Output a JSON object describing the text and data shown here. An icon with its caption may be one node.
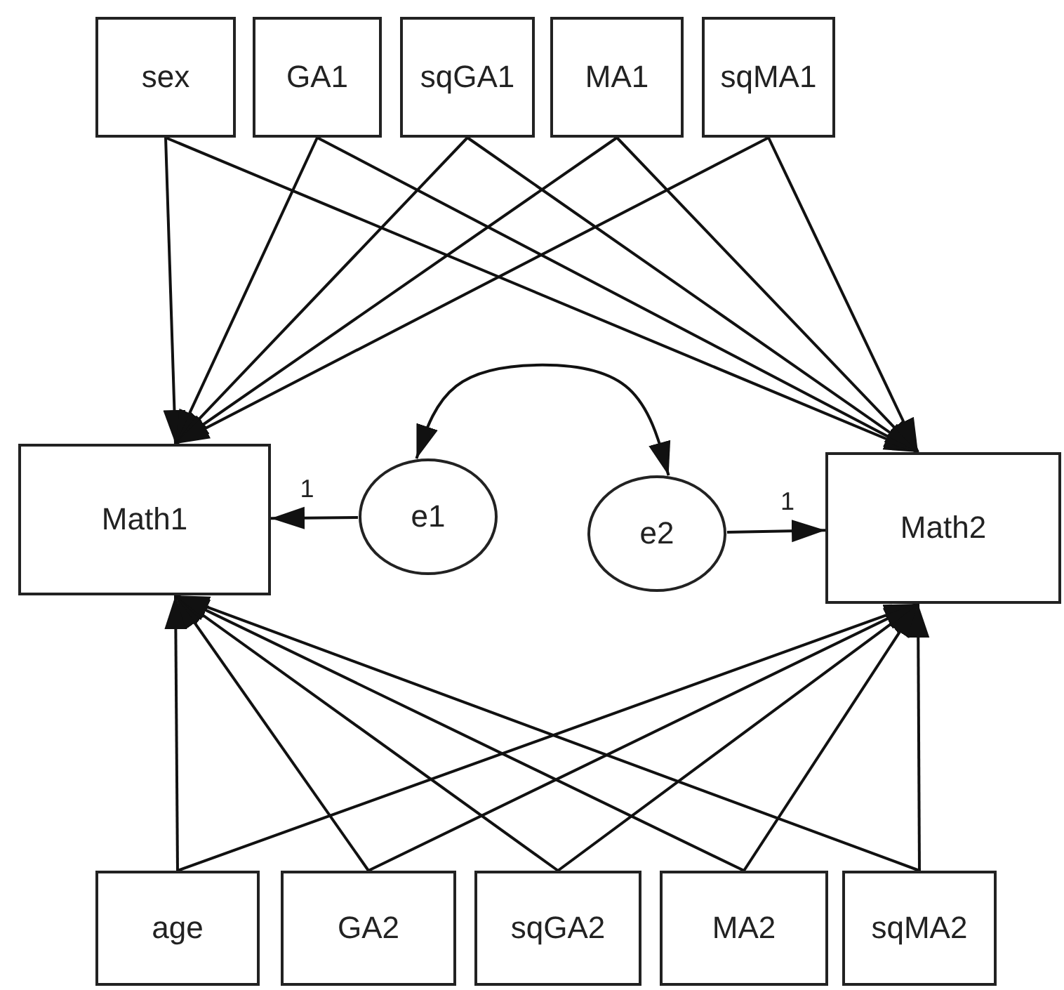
{
  "diagram": {
    "nodes": [
      {
        "text": [
          "sex"
        ]
      },
      {
        "text": [
          "GA1"
        ]
      },
      {
        "text": [
          "sqGA1"
        ]
      },
      {
        "text": [
          "MA1"
        ]
      },
      {
        "text": [
          "sqMA1"
        ]
      },
      {
        "text": [
          "Math1"
        ]
      },
      {
        "text": [
          "e1"
        ]
      },
      {
        "text": [
          "e2"
        ]
      },
      {
        "text": [
          "Math2"
        ]
      },
      {
        "text": [
          "age"
        ]
      },
      {
        "text": [
          "GA2"
        ]
      },
      {
        "text": [
          "sqGA2"
        ]
      },
      {
        "text": [
          "MA2"
        ]
      },
      {
        "text": [
          "sqMA2"
        ]
      }
    ],
    "edges": [
      {
        "from": 0,
        "to": 5,
        "arrow": "to"
      },
      {
        "from": 0,
        "to": 8,
        "arrow": "to"
      },
      {
        "from": 1,
        "to": 5,
        "arrow": "to"
      },
      {
        "from": 1,
        "to": 8,
        "arrow": "to"
      },
      {
        "from": 2,
        "to": 5,
        "arrow": "to"
      },
      {
        "from": 2,
        "to": 8,
        "arrow": "to"
      },
      {
        "from": 3,
        "to": 5,
        "arrow": "to"
      },
      {
        "from": 3,
        "to": 8,
        "arrow": "to"
      },
      {
        "from": 4,
        "to": 5,
        "arrow": "to"
      },
      {
        "from": 4,
        "to": 8,
        "arrow": "to"
      },
      {
        "from": 6,
        "to": 5,
        "label": "1",
        "arrow": "to"
      },
      {
        "from": 7,
        "to": 8,
        "label": "1",
        "arrow": "to"
      },
      {
        "from": 6,
        "to": 7,
        "arrow": "both"
      },
      {
        "from": 9,
        "to": 5,
        "arrow": "to"
      },
      {
        "from": 9,
        "to": 8,
        "arrow": "to"
      },
      {
        "from": 10,
        "to": 5,
        "arrow": "to"
      },
      {
        "from": 10,
        "to": 8,
        "arrow": "to"
      },
      {
        "from": 11,
        "to": 5,
        "arrow": "to"
      },
      {
        "from": 11,
        "to": 8,
        "arrow": "to"
      },
      {
        "from": 12,
        "to": 5,
        "arrow": "to"
      },
      {
        "from": 12,
        "to": 8,
        "arrow": "to"
      },
      {
        "from": 13,
        "to": 5,
        "arrow": "to"
      },
      {
        "from": 13,
        "to": 8,
        "arrow": "to"
      }
    ]
  }
}
